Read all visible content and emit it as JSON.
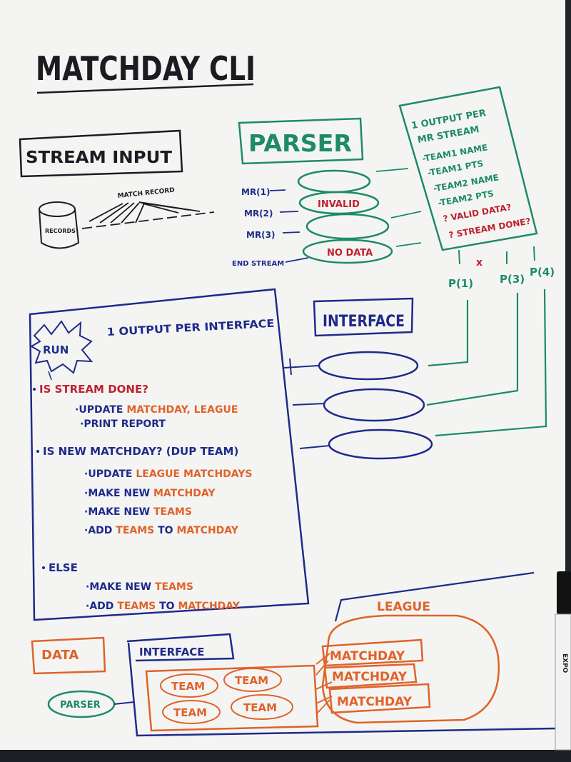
{
  "title": "MATCHDAY CLI",
  "stream_input": {
    "box_label": "STREAM INPUT",
    "cylinder_label": "RECORDS",
    "arrow_label": "MATCH RECORD"
  },
  "parser": {
    "box_label": "PARSER",
    "row_labels": [
      "MR(1)",
      "MR(2)",
      "MR(3)",
      "END STREAM"
    ],
    "ovals": [
      "",
      "INVALID",
      "",
      "NO DATA"
    ]
  },
  "output_note": {
    "heading": [
      "1 OUTPUT PER",
      "MR STREAM"
    ],
    "fields": [
      "-TEAM1 NAME",
      "-TEAM1 PTS",
      "-TEAM2 NAME",
      "-TEAM2 PTS"
    ],
    "questions": [
      "? VALID DATA?",
      "? STREAM DONE?"
    ]
  },
  "outputs": {
    "p_labels": [
      "P(1)",
      "P(3)",
      "P(4)"
    ],
    "rejected_mark": "x"
  },
  "run": {
    "badge": "RUN",
    "heading": "1 OUTPUT PER INTERFACE",
    "sections": [
      {
        "q": "IS STREAM DONE?",
        "items": [
          [
            "UPDATE ",
            "MATCHDAY, LEAGUE"
          ],
          [
            "PRINT REPORT",
            ""
          ]
        ]
      },
      {
        "q": "IS NEW MATCHDAY? (DUP TEAM)",
        "items": [
          [
            "UPDATE ",
            "LEAGUE MATCHDAYS"
          ],
          [
            "MAKE NEW ",
            "MATCHDAY"
          ],
          [
            "MAKE NEW ",
            "TEAMS"
          ],
          [
            "ADD ",
            "TEAMS",
            " TO ",
            "MATCHDAY"
          ]
        ]
      },
      {
        "q": "ELSE",
        "items": [
          [
            "MAKE NEW ",
            "TEAMS"
          ],
          [
            "ADD ",
            "TEAMS",
            " TO ",
            "MATCHDAY"
          ]
        ]
      }
    ]
  },
  "interface": {
    "box_label": "INTERFACE"
  },
  "bottom": {
    "data_label": "DATA",
    "parser_label": "PARSER",
    "interface_label": "INTERFACE",
    "teams": [
      "TEAM",
      "TEAM",
      "TEAM",
      "TEAM"
    ],
    "league_label": "LEAGUE",
    "matchdays": [
      "MATCHDAY",
      "MATCHDAY",
      "MATCHDAY"
    ]
  },
  "marker_brand": "EXPO"
}
